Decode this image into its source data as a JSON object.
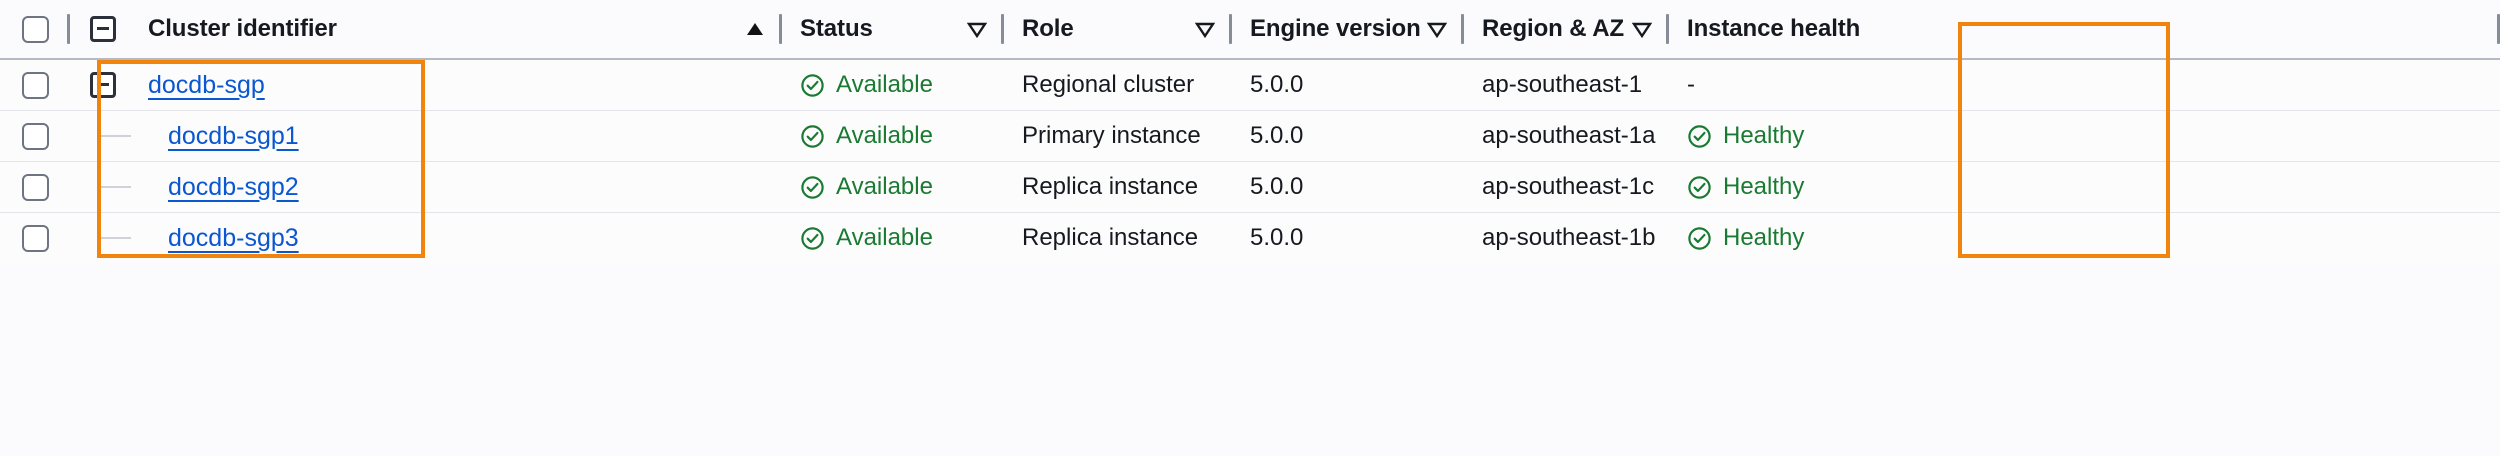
{
  "table": {
    "select_all_checkbox": "select-all",
    "columns": [
      {
        "key": "cluster",
        "label": "Cluster identifier",
        "sort_icon": "sort-ascending-icon",
        "sorted": true
      },
      {
        "key": "status",
        "label": "Status",
        "sort_icon": "sort-descending-icon",
        "sorted": false
      },
      {
        "key": "role",
        "label": "Role",
        "sort_icon": "sort-descending-icon",
        "sorted": false
      },
      {
        "key": "engine",
        "label": "Engine version",
        "sort_icon": "sort-descending-icon",
        "sorted": false
      },
      {
        "key": "region",
        "label": "Region & AZ",
        "sort_icon": "sort-descending-icon",
        "sorted": false
      },
      {
        "key": "health",
        "label": "Instance health",
        "sort_icon": "",
        "sorted": false
      }
    ],
    "header_expander_icon": "collapse-all-icon",
    "rows": [
      {
        "indent": 0,
        "expander_icon": "collapse-icon",
        "cluster": "docdb-sgp",
        "status": "Available",
        "status_icon": "status-ok-icon",
        "role": "Regional cluster",
        "engine": "5.0.0",
        "region": "ap-southeast-1",
        "health": "-",
        "health_icon": ""
      },
      {
        "indent": 1,
        "expander_icon": "",
        "cluster": "docdb-sgp1",
        "status": "Available",
        "status_icon": "status-ok-icon",
        "role": "Primary instance",
        "engine": "5.0.0",
        "region": "ap-southeast-1a",
        "health": "Healthy",
        "health_icon": "status-ok-icon"
      },
      {
        "indent": 1,
        "expander_icon": "",
        "cluster": "docdb-sgp2",
        "status": "Available",
        "status_icon": "status-ok-icon",
        "role": "Replica instance",
        "engine": "5.0.0",
        "region": "ap-southeast-1c",
        "health": "Healthy",
        "health_icon": "status-ok-icon"
      },
      {
        "indent": 1,
        "expander_icon": "",
        "cluster": "docdb-sgp3",
        "status": "Available",
        "status_icon": "status-ok-icon",
        "role": "Replica instance",
        "engine": "5.0.0",
        "region": "ap-southeast-1b",
        "health": "Healthy",
        "health_icon": "status-ok-icon"
      }
    ]
  },
  "annotations": [
    {
      "name": "cluster-identifier-highlight",
      "color": "#f0840c"
    },
    {
      "name": "region-az-highlight",
      "color": "#f0840c"
    }
  ],
  "colors": {
    "link": "#0a57d0",
    "status_green": "#1a7a32",
    "highlight_orange": "#f0840c",
    "header_text": "#16191f",
    "row_divider": "#e4e5ea"
  }
}
